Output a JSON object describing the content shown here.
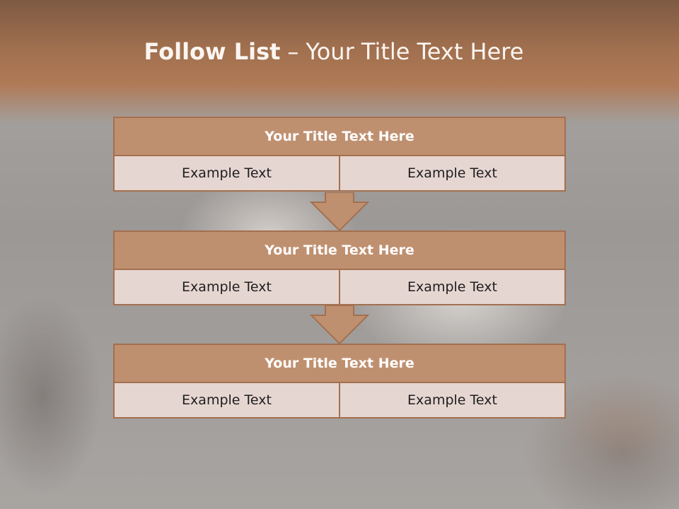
{
  "slide": {
    "title_bold": "Follow List",
    "title_separator": "–",
    "title_rest": "Your Title Text Here"
  },
  "colors": {
    "header_band": "#a1704f",
    "block_title_fill": "#bf9070",
    "block_border": "#a4704f",
    "cell_fill": "#e6d6d1"
  },
  "blocks": [
    {
      "title": "Your Title Text Here",
      "left_text": "Example Text",
      "right_text": "Example Text"
    },
    {
      "title": "Your Title Text Here",
      "left_text": "Example Text",
      "right_text": "Example Text"
    },
    {
      "title": "Your Title Text Here",
      "left_text": "Example Text",
      "right_text": "Example Text"
    }
  ]
}
